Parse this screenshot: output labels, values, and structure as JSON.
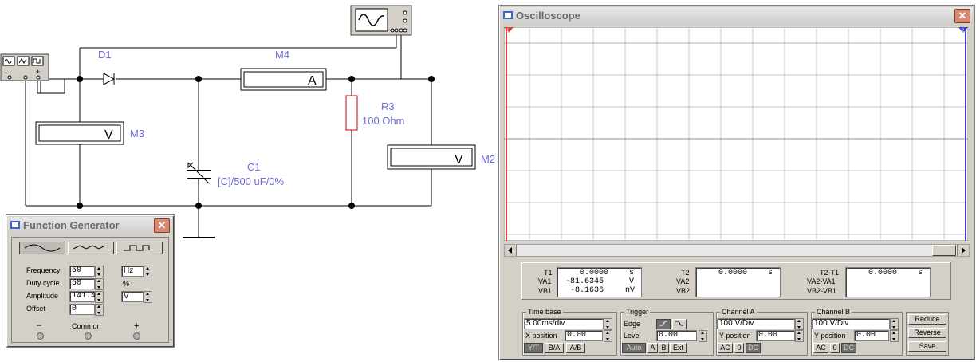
{
  "schematic": {
    "d1": "D1",
    "m4": "M4",
    "m4_unit": "A",
    "r3": "R3",
    "r3_value": "100  Ohm",
    "m3": "M3",
    "m3_unit": "V",
    "c1": "C1",
    "c1_value": "[C]/500 uF/0%",
    "m2": "M2",
    "m2_unit": "V",
    "fg_minus": "-",
    "fg_plus": "+"
  },
  "function_generator": {
    "title": "Function Generator",
    "close": "✕",
    "fields": [
      {
        "label": "Frequency",
        "value": "50",
        "unit": "Hz"
      },
      {
        "label": "Duty cycle",
        "value": "50",
        "unit": "%"
      },
      {
        "label": "Amplitude",
        "value": "141.4",
        "unit": "V"
      },
      {
        "label": "Offset",
        "value": "0",
        "unit": ""
      }
    ],
    "terminals": {
      "minus": "–",
      "common": "Common",
      "plus": "+"
    }
  },
  "oscilloscope": {
    "title": "Oscilloscope",
    "close": "✕",
    "cursor1": "1",
    "cursor2": "2",
    "readout": {
      "t1_label": "T1",
      "va1_label": "VA1",
      "vb1_label": "VB1",
      "t1_value": "0.0000",
      "t1_unit": "s",
      "va1_value": "-81.6345",
      "va1_unit": "V",
      "vb1_value": "-8.1636",
      "vb1_unit": "nV",
      "t2_label": "T2",
      "va2_label": "VA2",
      "vb2_label": "VB2",
      "t2_value": "0.0000",
      "t2_unit": "s",
      "dt_label": "T2-T1",
      "dva_label": "VA2-VA1",
      "dvb_label": "VB2-VB1",
      "dt_value": "0.0000",
      "dt_unit": "s"
    },
    "timebase": {
      "title": "Time base",
      "value": "5.00ms/div",
      "xpos_label": "X position",
      "xpos_value": "0.00",
      "modes": [
        "Y/T",
        "B/A",
        "A/B"
      ]
    },
    "trigger": {
      "title": "Trigger",
      "edge_label": "Edge",
      "level_label": "Level",
      "level_value": "0.00",
      "modes": [
        "Auto",
        "A",
        "B",
        "Ext"
      ]
    },
    "channel_a": {
      "title": "Channel A",
      "value": "100  V/Div",
      "ypos_label": "Y position",
      "ypos_value": "0.00",
      "coupling": [
        "AC",
        "0",
        "DC"
      ]
    },
    "channel_b": {
      "title": "Channel B",
      "value": "100  V/Div",
      "ypos_label": "Y position",
      "ypos_value": "0.00",
      "coupling": [
        "AC",
        "0",
        "DC"
      ]
    },
    "buttons": {
      "reduce": "Reduce",
      "reverse": "Reverse",
      "save": "Save"
    }
  }
}
